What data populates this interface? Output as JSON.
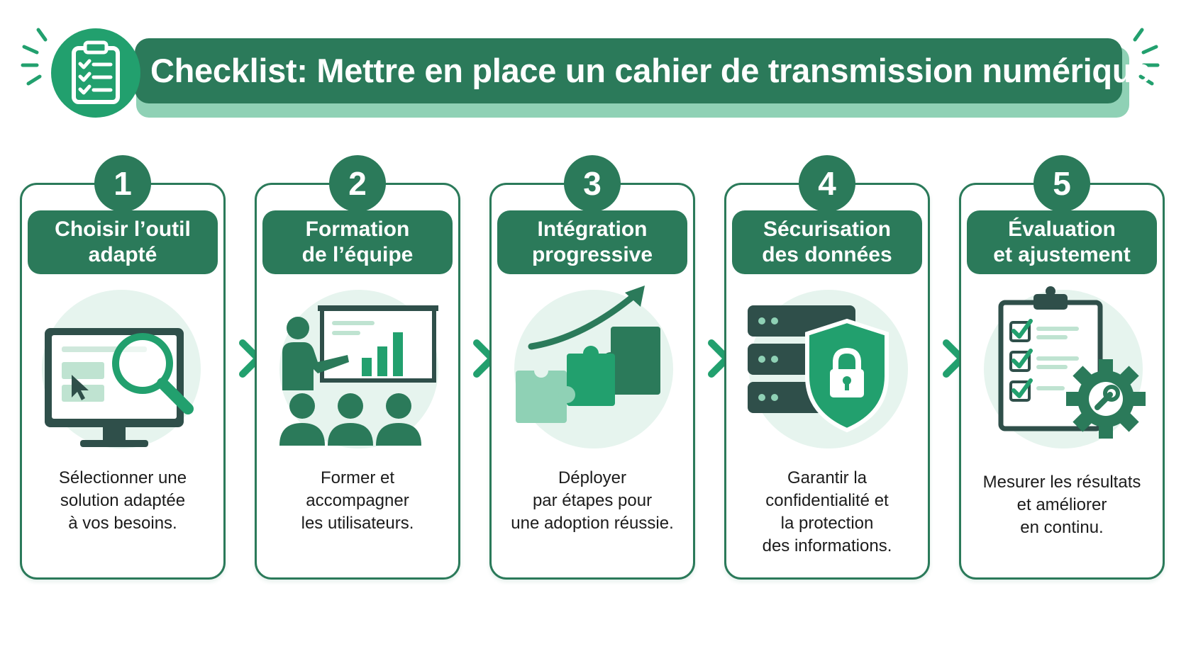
{
  "header": {
    "title": "Checklist: Mettre en place un cahier de transmission numérique",
    "icon": "clipboard-checklist-icon"
  },
  "colors": {
    "primary": "#2b7a5a",
    "accent": "#22a06e",
    "light": "#8fd1b5",
    "tint": "#e6f4ee"
  },
  "steps": [
    {
      "number": "1",
      "title_lines": [
        "Choisir l’outil",
        "adapté"
      ],
      "desc_lines": [
        "Sélectionner une",
        "solution adaptée",
        "à vos besoins."
      ],
      "icon": "monitor-search-icon"
    },
    {
      "number": "2",
      "title_lines": [
        "Formation",
        "de l’équipe"
      ],
      "desc_lines": [
        "Former et",
        "accompagner",
        "les utilisateurs."
      ],
      "icon": "presentation-training-icon"
    },
    {
      "number": "3",
      "title_lines": [
        "Intégration",
        "progressive"
      ],
      "desc_lines": [
        "Déployer",
        "par étapes pour",
        "une adoption réussie."
      ],
      "icon": "puzzle-growth-icon"
    },
    {
      "number": "4",
      "title_lines": [
        "Sécurisation",
        "des données"
      ],
      "desc_lines": [
        "Garantir la",
        "confidentialité et",
        "la protection",
        "des informations."
      ],
      "icon": "server-shield-lock-icon"
    },
    {
      "number": "5",
      "title_lines": [
        "Évaluation",
        "et ajustement"
      ],
      "desc_lines": [
        "Mesurer les résultats",
        "et améliorer",
        "en continu."
      ],
      "icon": "clipboard-gear-icon"
    }
  ]
}
